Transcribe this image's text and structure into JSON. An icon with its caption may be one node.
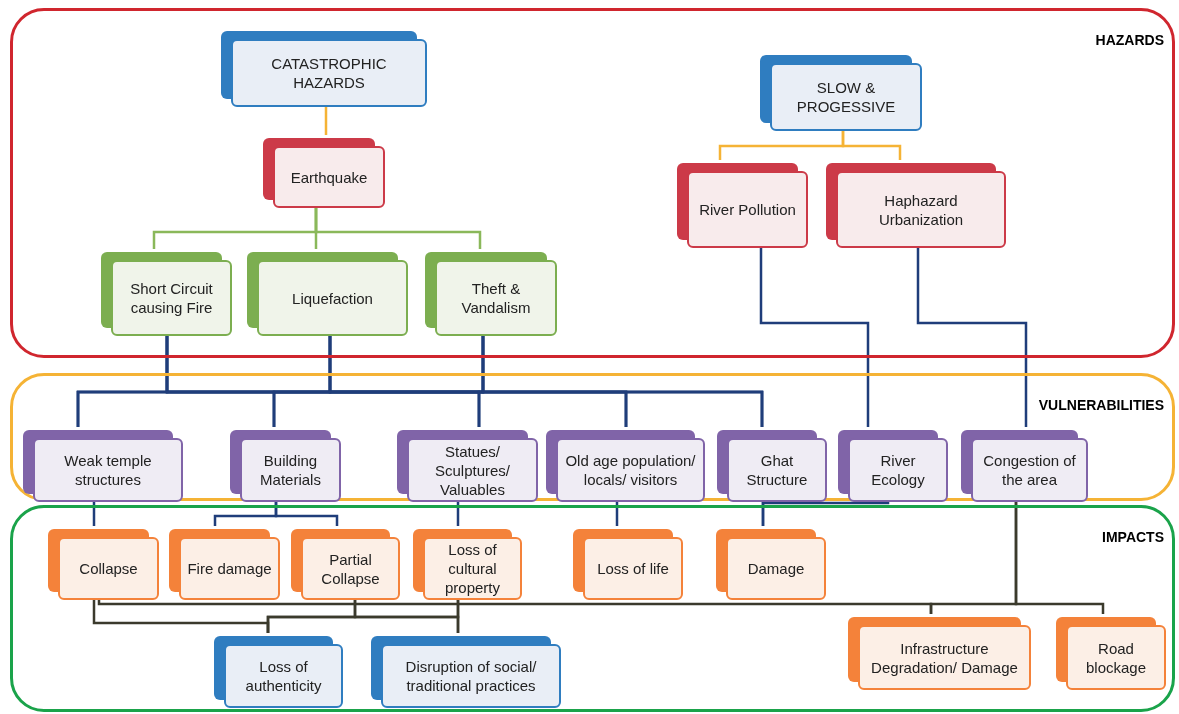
{
  "diagram": {
    "nodes": [
      {
        "text": [
          "HAZARDS"
        ]
      },
      {
        "text": [
          "CATASTROPHIC HAZARDS"
        ],
        "in": 0
      },
      {
        "text": [
          "Earthquake"
        ],
        "in": 0
      },
      {
        "text": [
          "Short Circuit causing Fire"
        ],
        "in": 0
      },
      {
        "text": [
          "Liquefaction"
        ],
        "in": 0
      },
      {
        "text": [
          "Theft & Vandalism"
        ],
        "in": 0
      },
      {
        "text": [
          "SLOW & PROGESSIVE"
        ],
        "in": 0
      },
      {
        "text": [
          "River Pollution"
        ],
        "in": 0
      },
      {
        "text": [
          "Haphazard Urbanization"
        ],
        "in": 0
      },
      {
        "text": [
          "VULNERABILITIES"
        ]
      },
      {
        "text": [
          "Weak temple structures"
        ],
        "in": 9
      },
      {
        "text": [
          "Building Materials"
        ],
        "in": 9
      },
      {
        "text": [
          "Statues/ Sculptures/ Valuables"
        ],
        "in": 9
      },
      {
        "text": [
          "Old age population/ locals/ visitors"
        ],
        "in": 9
      },
      {
        "text": [
          "Ghat Structure"
        ],
        "in": 9
      },
      {
        "text": [
          "River Ecology"
        ],
        "in": 9
      },
      {
        "text": [
          "Congestion of the area"
        ],
        "in": 9
      },
      {
        "text": [
          "IMPACTS"
        ]
      },
      {
        "text": [
          "Collapse"
        ],
        "in": 17
      },
      {
        "text": [
          "Fire damage"
        ],
        "in": 17
      },
      {
        "text": [
          "Partial Collapse"
        ],
        "in": 17
      },
      {
        "text": [
          "Loss of cultural property"
        ],
        "in": 17
      },
      {
        "text": [
          "Loss of life"
        ],
        "in": 17
      },
      {
        "text": [
          "Damage"
        ],
        "in": 17
      },
      {
        "text": [
          "Loss of authenticity"
        ],
        "in": 17
      },
      {
        "text": [
          "Disruption of social/ traditional practices"
        ],
        "in": 17
      },
      {
        "text": [
          "Infrastructure Degradation/ Damage"
        ],
        "in": 17
      },
      {
        "text": [
          "Road blockage"
        ],
        "in": 17
      }
    ],
    "edges": [
      {
        "from": 1,
        "to": 2,
        "arrow": "none",
        "color": "#f5b335"
      },
      {
        "from": 2,
        "to": 3,
        "arrow": "none",
        "color": "#8ab85a"
      },
      {
        "from": 2,
        "to": 4,
        "arrow": "none",
        "color": "#8ab85a"
      },
      {
        "from": 2,
        "to": 5,
        "arrow": "none",
        "color": "#8ab85a"
      },
      {
        "from": 6,
        "to": 7,
        "arrow": "none",
        "color": "#f5b335"
      },
      {
        "from": 6,
        "to": 8,
        "arrow": "none",
        "color": "#f5b335"
      },
      {
        "from": 3,
        "to": 10,
        "arrow": "none"
      },
      {
        "from": 3,
        "to": 11,
        "arrow": "none"
      },
      {
        "from": 3,
        "to": 12,
        "arrow": "none"
      },
      {
        "from": 3,
        "to": 13,
        "arrow": "none"
      },
      {
        "from": 3,
        "to": 14,
        "arrow": "none"
      },
      {
        "from": 4,
        "to": 10,
        "arrow": "none"
      },
      {
        "from": 4,
        "to": 11,
        "arrow": "none"
      },
      {
        "from": 4,
        "to": 12,
        "arrow": "none"
      },
      {
        "from": 4,
        "to": 13,
        "arrow": "none"
      },
      {
        "from": 4,
        "to": 14,
        "arrow": "none"
      },
      {
        "from": 5,
        "to": 10,
        "arrow": "none"
      },
      {
        "from": 5,
        "to": 11,
        "arrow": "none"
      },
      {
        "from": 5,
        "to": 12,
        "arrow": "none"
      },
      {
        "from": 5,
        "to": 13,
        "arrow": "none"
      },
      {
        "from": 5,
        "to": 14,
        "arrow": "none"
      },
      {
        "from": 7,
        "to": 15,
        "arrow": "none"
      },
      {
        "from": 8,
        "to": 16,
        "arrow": "none"
      },
      {
        "from": 10,
        "to": 18,
        "arrow": "none"
      },
      {
        "from": 11,
        "to": 19,
        "arrow": "none"
      },
      {
        "from": 11,
        "to": 20,
        "arrow": "none"
      },
      {
        "from": 12,
        "to": 21,
        "arrow": "none"
      },
      {
        "from": 13,
        "to": 22,
        "arrow": "none"
      },
      {
        "from": 14,
        "to": 23,
        "arrow": "none"
      },
      {
        "from": 15,
        "to": 23,
        "arrow": "none"
      },
      {
        "from": 16,
        "to": 26,
        "arrow": "none",
        "color": "#3b3a2c"
      },
      {
        "from": 16,
        "to": 27,
        "arrow": "none",
        "color": "#3b3a2c"
      },
      {
        "from": 18,
        "to": 24,
        "arrow": "none",
        "color": "#3b3a2c"
      },
      {
        "from": 20,
        "to": 24,
        "arrow": "none",
        "color": "#3b3a2c"
      },
      {
        "from": 20,
        "to": 25,
        "arrow": "none",
        "color": "#3b3a2c"
      },
      {
        "from": 21,
        "to": 24,
        "arrow": "none",
        "color": "#3b3a2c"
      },
      {
        "from": 21,
        "to": 25,
        "arrow": "none",
        "color": "#3b3a2c"
      },
      {
        "from": 18,
        "to": 26,
        "arrow": "none",
        "color": "#3b3a2c"
      }
    ]
  }
}
